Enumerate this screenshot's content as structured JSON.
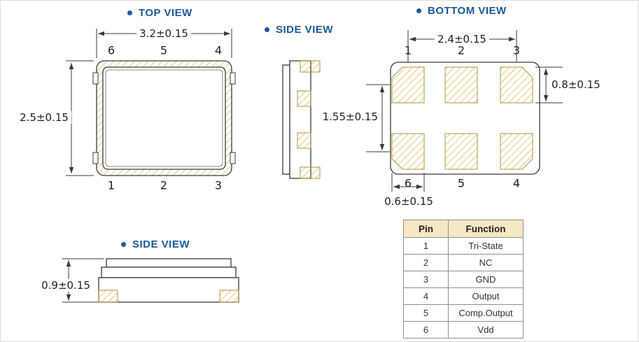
{
  "colors": {
    "accent": "#1b5a9b",
    "line": "#3a3a3a",
    "hatch": "#d9b657",
    "hatch_stroke": "#b3913c",
    "table_header_bg": "#f5e8c4",
    "table_border": "#8f8f8f",
    "text": "#1f1f1f"
  },
  "views": {
    "top": {
      "title": "TOP VIEW",
      "dims": {
        "width": "3.2±0.15",
        "height": "2.5±0.15"
      },
      "pins_top": [
        "6",
        "5",
        "4"
      ],
      "pins_bottom": [
        "1",
        "2",
        "3"
      ]
    },
    "side_upper": {
      "title": "SIDE VIEW"
    },
    "bottom": {
      "title": "BOTTOM VIEW",
      "dims": {
        "width": "2.4±0.15",
        "pad_height": "0.8±0.15",
        "row_pitch": "1.55±0.15",
        "pad_width": "0.6±0.15"
      },
      "pins_top": [
        "1",
        "2",
        "3"
      ],
      "pins_bottom": [
        "6",
        "5",
        "4"
      ]
    },
    "side_lower": {
      "title": "SIDE VIEW",
      "dims": {
        "height": "0.9±0.15"
      }
    }
  },
  "pin_table": {
    "headers": [
      "Pin",
      "Function"
    ],
    "rows": [
      [
        "1",
        "Tri-State"
      ],
      [
        "2",
        "NC"
      ],
      [
        "3",
        "GND"
      ],
      [
        "4",
        "Output"
      ],
      [
        "5",
        "Comp.Output"
      ],
      [
        "6",
        "Vdd"
      ]
    ]
  }
}
